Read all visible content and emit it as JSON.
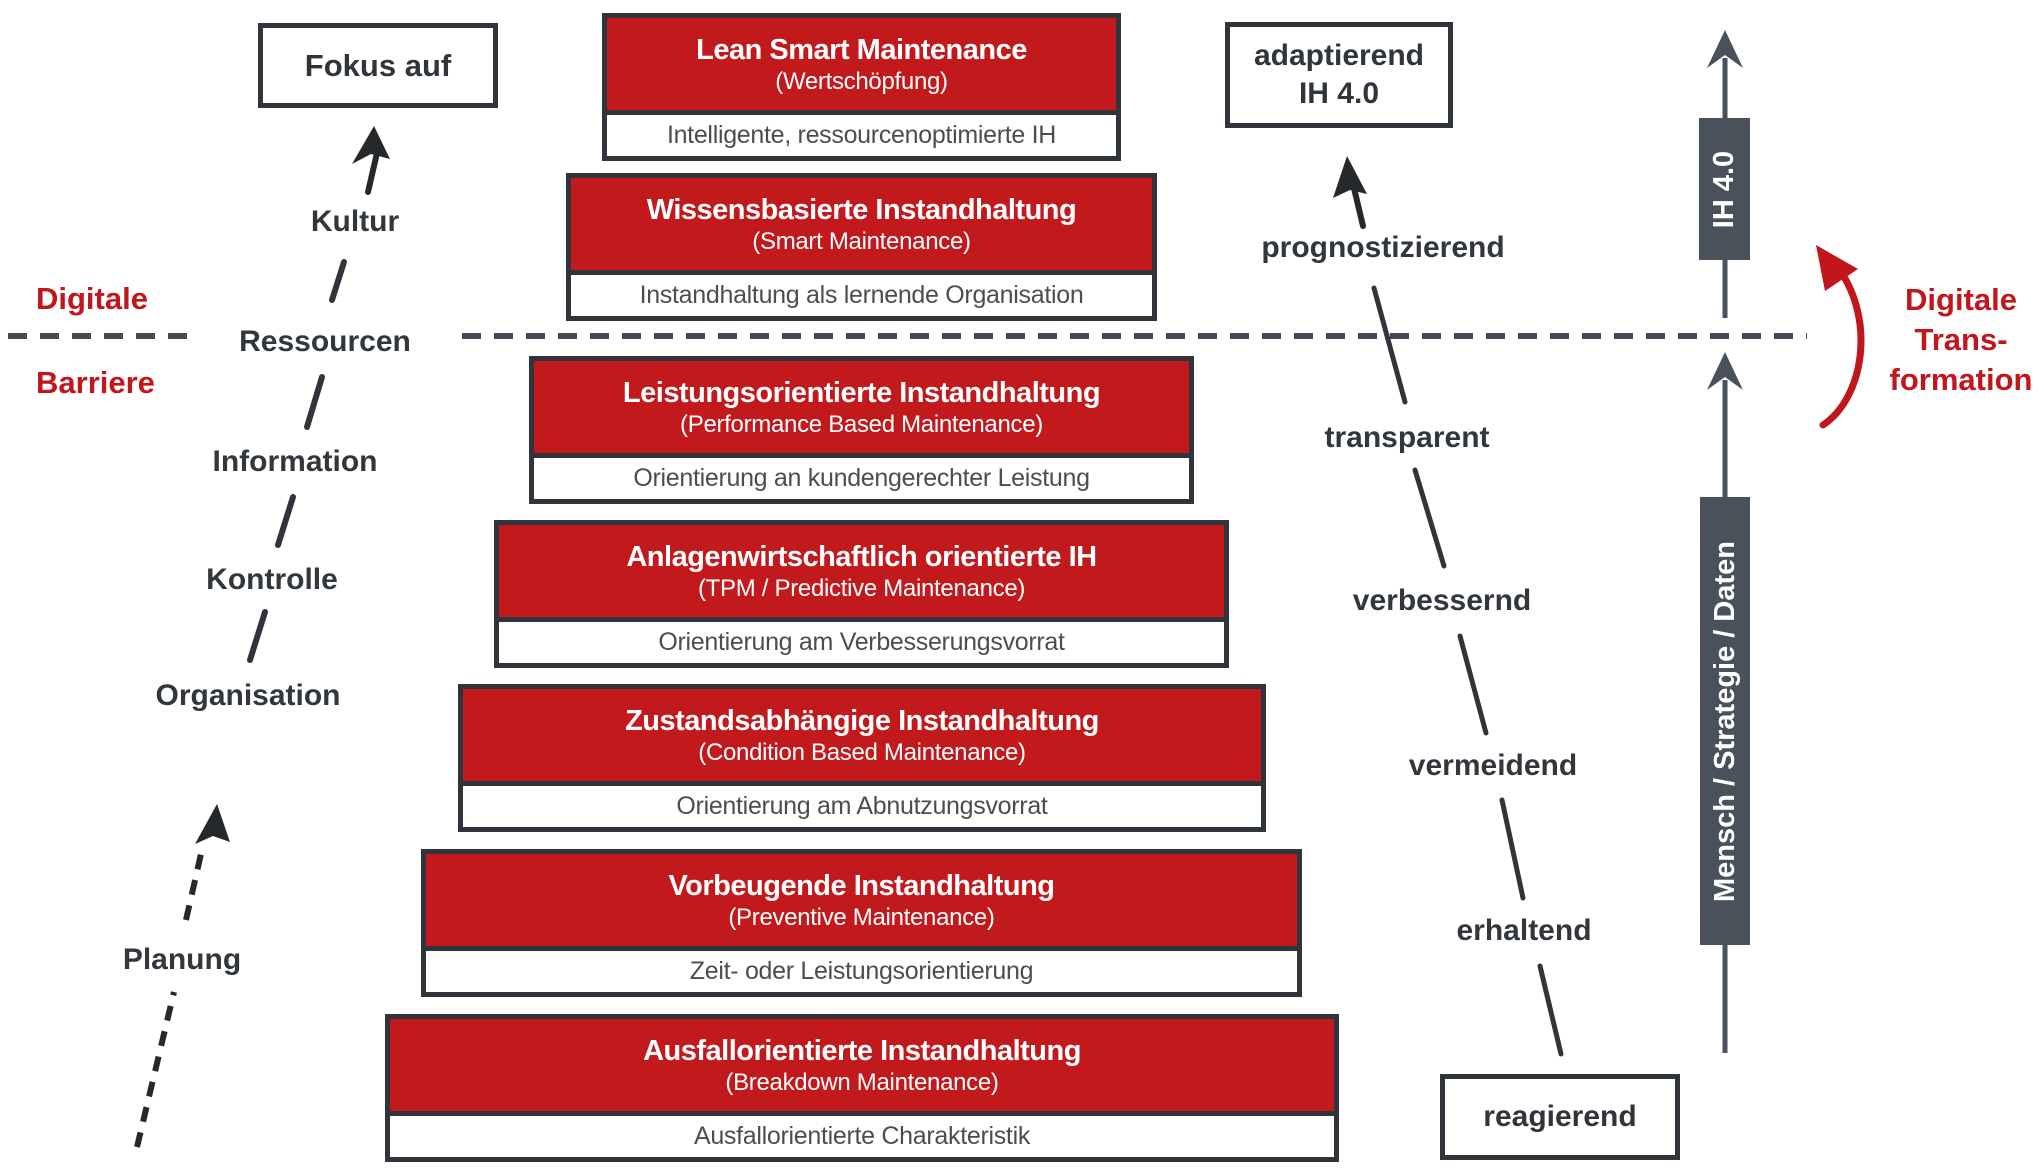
{
  "barrier": {
    "line1": "Digitale",
    "line2": "Barriere"
  },
  "transformation": {
    "line1": "Digitale",
    "line2": "Trans-",
    "line3": "formation"
  },
  "left_ladder": {
    "focus_box": "Fokus auf",
    "steps": [
      "Kultur",
      "Ressourcen",
      "Information",
      "Kontrolle",
      "Organisation",
      "Planung"
    ]
  },
  "stages": [
    {
      "title": "Lean Smart Maintenance",
      "subtitle": "(Wertschöpfung)",
      "description": "Intelligente, ressourcenoptimierte IH"
    },
    {
      "title": "Wissensbasierte Instandhaltung",
      "subtitle": "(Smart Maintenance)",
      "description": "Instandhaltung als lernende Organisation"
    },
    {
      "title": "Leistungsorientierte Instandhaltung",
      "subtitle": "(Performance Based Maintenance)",
      "description": "Orientierung an kundengerechter Leistung"
    },
    {
      "title": "Anlagenwirtschaftlich orientierte IH",
      "subtitle": "(TPM / Predictive Maintenance)",
      "description": "Orientierung am Verbesserungsvorrat"
    },
    {
      "title": "Zustandsabhängige Instandhaltung",
      "subtitle": "(Condition Based Maintenance)",
      "description": "Orientierung am Abnutzungsvorrat"
    },
    {
      "title": "Vorbeugende Instandhaltung",
      "subtitle": "(Preventive Maintenance)",
      "description": "Zeit- oder Leistungsorientierung"
    },
    {
      "title": "Ausfallorientierte Instandhaltung",
      "subtitle": "(Breakdown Maintenance)",
      "description": "Ausfallorientierte Charakteristik"
    }
  ],
  "right_ladder": {
    "top_box_line1": "adaptierend",
    "top_box_line2": "IH 4.0",
    "steps": [
      "prognostizierend",
      "transparent",
      "verbessernd",
      "vermeidend",
      "erhaltend"
    ],
    "bottom_box": "reagierend"
  },
  "axes": {
    "upper": "IH 4.0",
    "lower": "Mensch / Strategie / Daten"
  },
  "colors": {
    "red": "#c0161c",
    "boxred": "#c2191d",
    "slate": "#49525a",
    "dark": "#2f353a"
  }
}
